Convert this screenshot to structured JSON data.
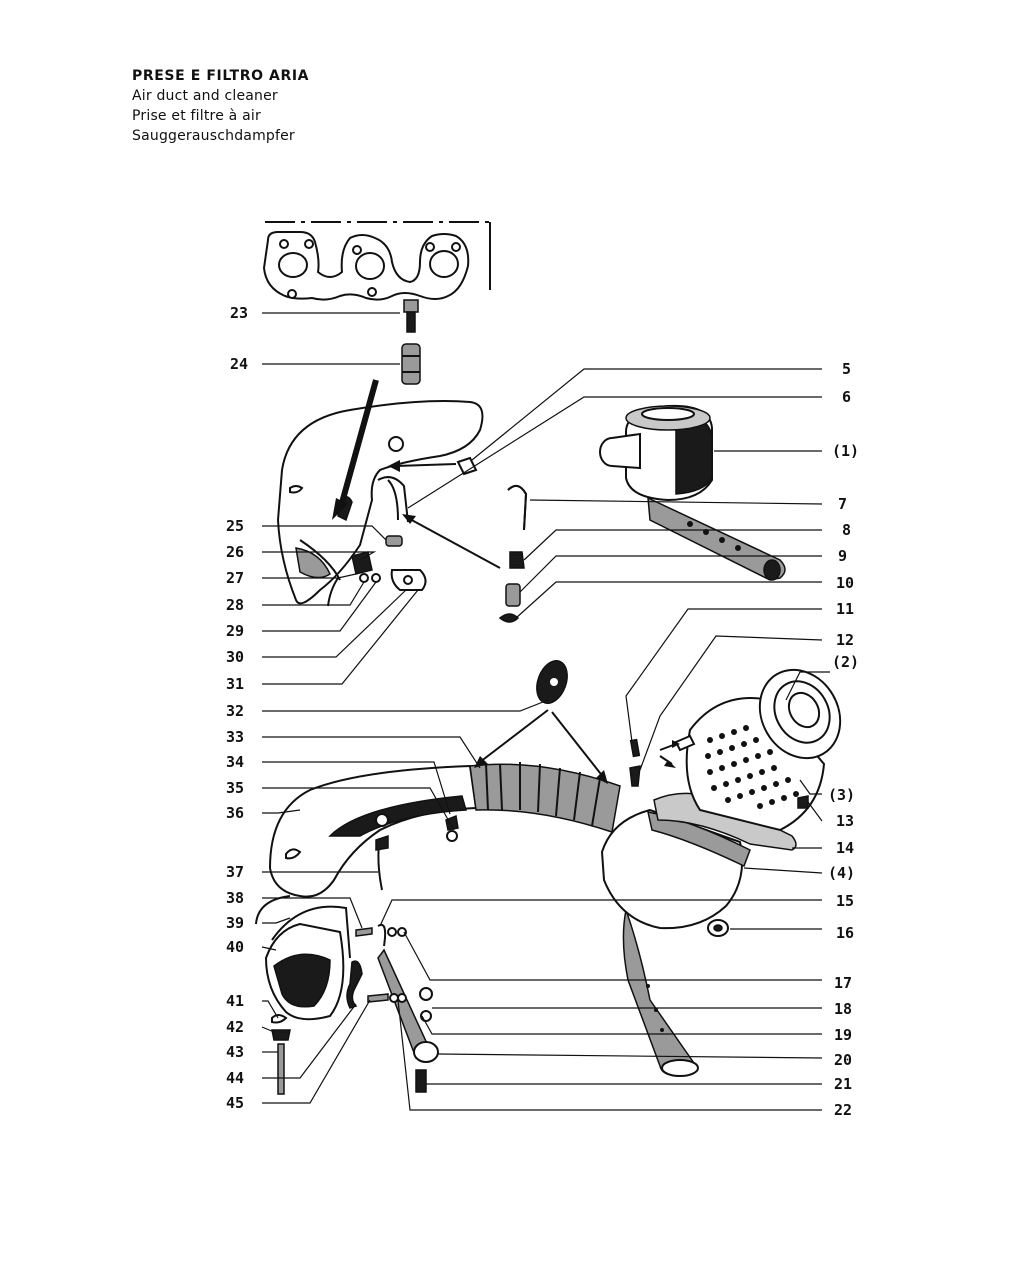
{
  "title": {
    "it": "PRESE E FILTRO ARIA",
    "en": "Air duct and cleaner",
    "fr": "Prise et filtre à air",
    "de": "Sauggerauschdampfer"
  },
  "callouts": [
    {
      "text": "23",
      "side": "left"
    },
    {
      "text": "24",
      "side": "left"
    },
    {
      "text": "5",
      "side": "right"
    },
    {
      "text": "6",
      "side": "right"
    },
    {
      "text": "(1)",
      "side": "right"
    },
    {
      "text": "7",
      "side": "right"
    },
    {
      "text": "8",
      "side": "right"
    },
    {
      "text": "9",
      "side": "right"
    },
    {
      "text": "10",
      "side": "right"
    },
    {
      "text": "11",
      "side": "right"
    },
    {
      "text": "12",
      "side": "right"
    },
    {
      "text": "(2)",
      "side": "right"
    },
    {
      "text": "(3)",
      "side": "right"
    },
    {
      "text": "13",
      "side": "right"
    },
    {
      "text": "14",
      "side": "right"
    },
    {
      "text": "(4)",
      "side": "right"
    },
    {
      "text": "15",
      "side": "right"
    },
    {
      "text": "16",
      "side": "right"
    },
    {
      "text": "17",
      "side": "right"
    },
    {
      "text": "18",
      "side": "right"
    },
    {
      "text": "19",
      "side": "right"
    },
    {
      "text": "20",
      "side": "right"
    },
    {
      "text": "21",
      "side": "right"
    },
    {
      "text": "22",
      "side": "right"
    },
    {
      "text": "25",
      "side": "left"
    },
    {
      "text": "26",
      "side": "left"
    },
    {
      "text": "27",
      "side": "left"
    },
    {
      "text": "28",
      "side": "left"
    },
    {
      "text": "29",
      "side": "left"
    },
    {
      "text": "30",
      "side": "left"
    },
    {
      "text": "31",
      "side": "left"
    },
    {
      "text": "32",
      "side": "left"
    },
    {
      "text": "33",
      "side": "left"
    },
    {
      "text": "34",
      "side": "left"
    },
    {
      "text": "35",
      "side": "left"
    },
    {
      "text": "36",
      "side": "left"
    },
    {
      "text": "37",
      "side": "left"
    },
    {
      "text": "38",
      "side": "left"
    },
    {
      "text": "39",
      "side": "left"
    },
    {
      "text": "40",
      "side": "left"
    },
    {
      "text": "41",
      "side": "left"
    },
    {
      "text": "42",
      "side": "left"
    },
    {
      "text": "43",
      "side": "left"
    },
    {
      "text": "44",
      "side": "left"
    },
    {
      "text": "45",
      "side": "left"
    }
  ]
}
